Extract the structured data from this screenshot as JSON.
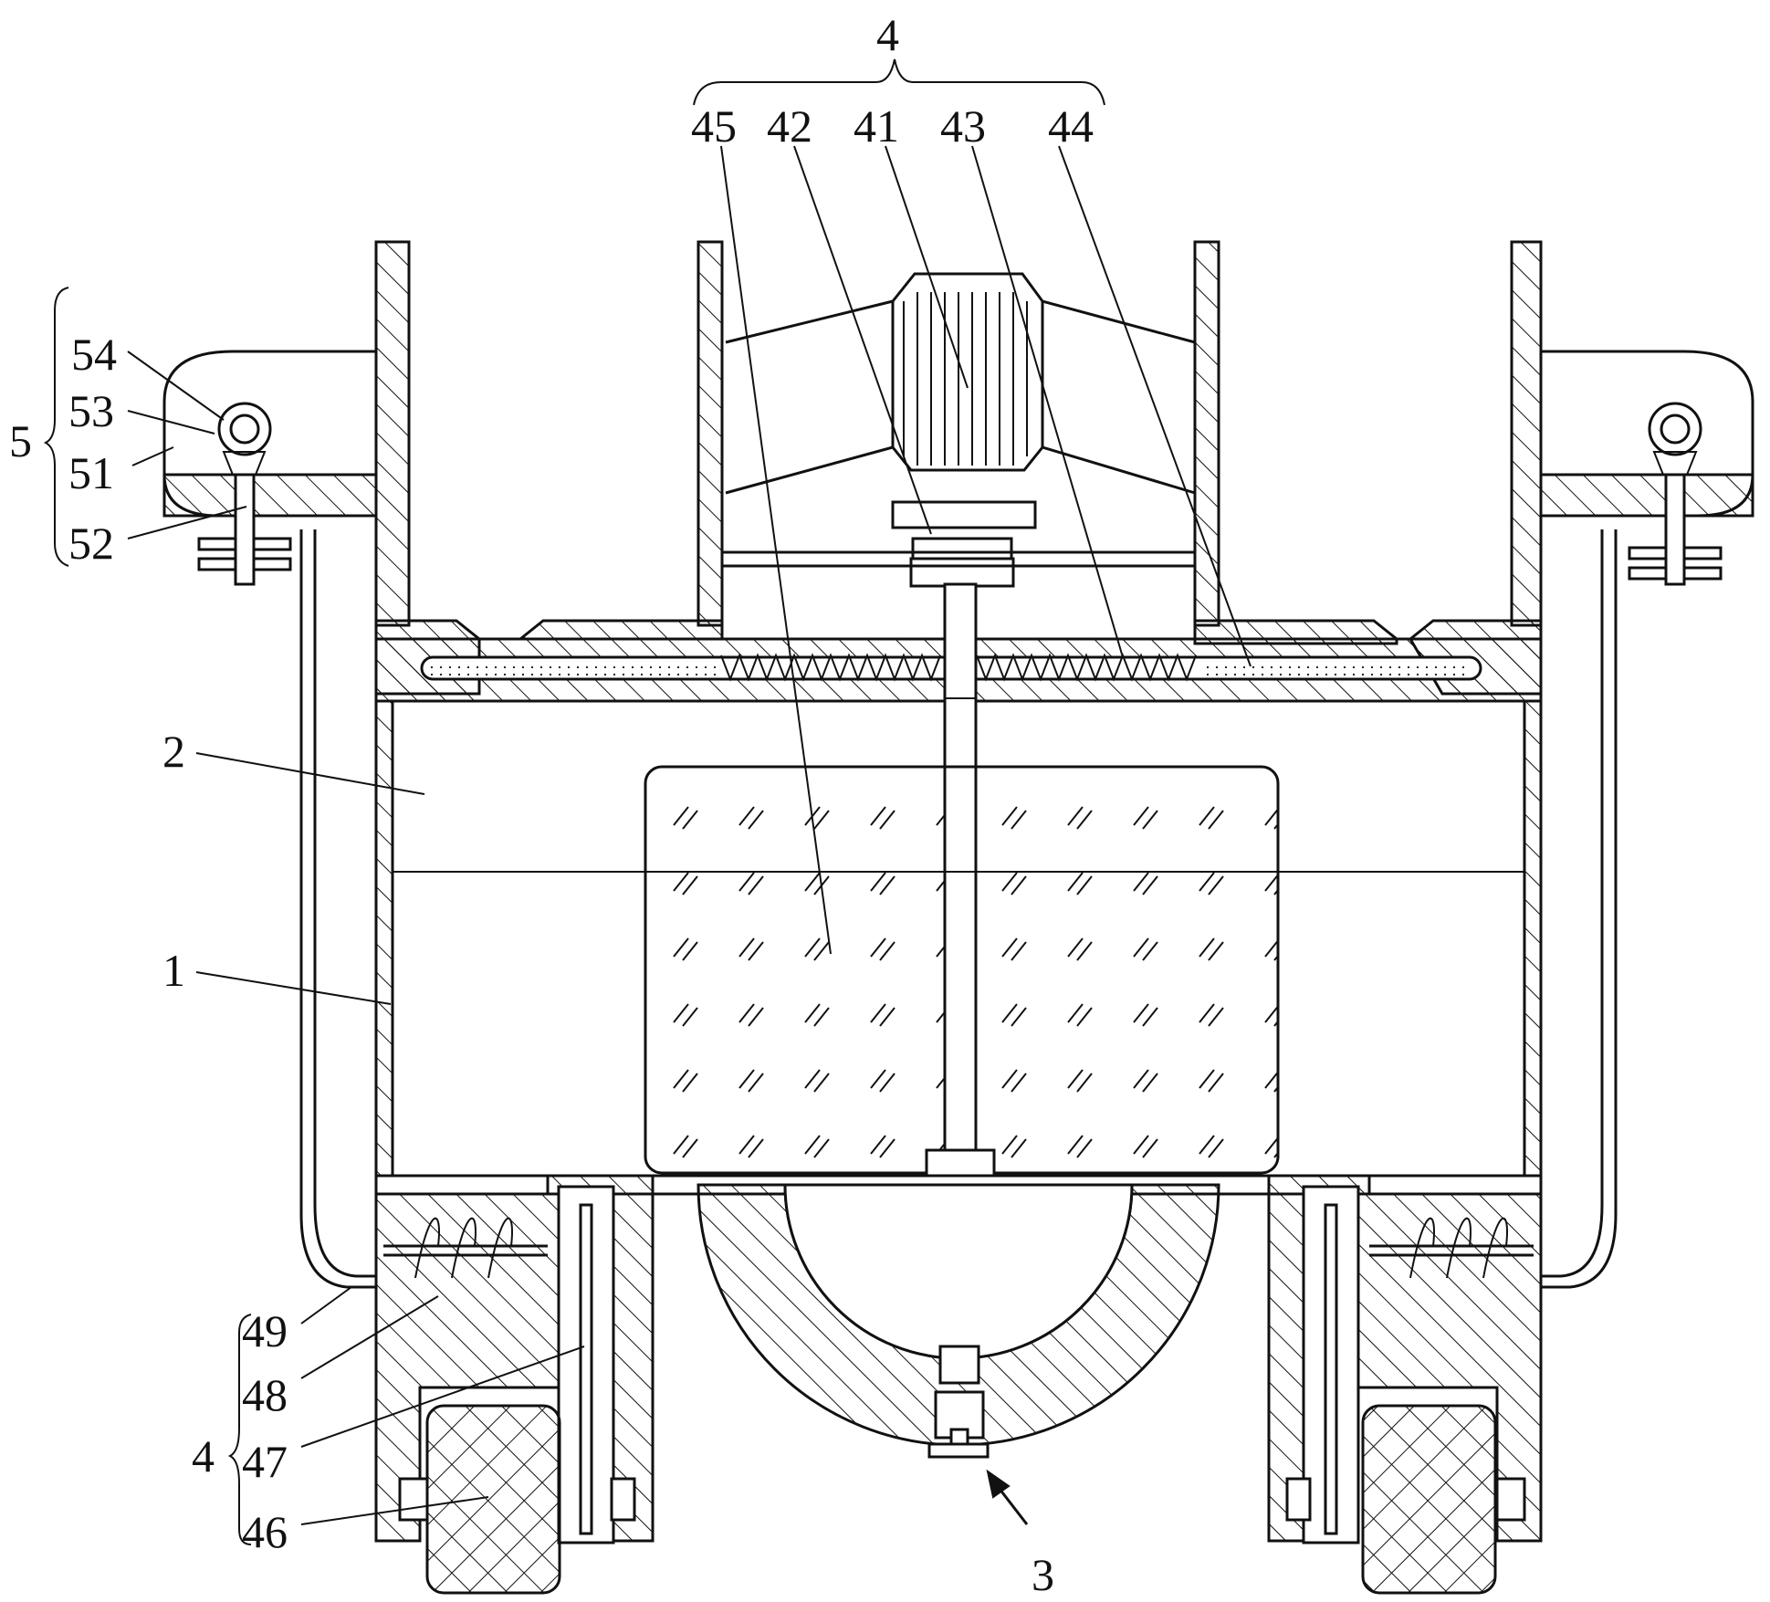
{
  "labels": {
    "top_group": "4",
    "l45": "45",
    "l42": "42",
    "l41": "41",
    "l43": "43",
    "l44": "44",
    "group5": "5",
    "l54": "54",
    "l53": "53",
    "l51": "51",
    "l52": "52",
    "l2": "2",
    "l1": "1",
    "bottom_group": "4",
    "l49": "49",
    "l48": "48",
    "l47": "47",
    "l46": "46",
    "l3": "3"
  }
}
